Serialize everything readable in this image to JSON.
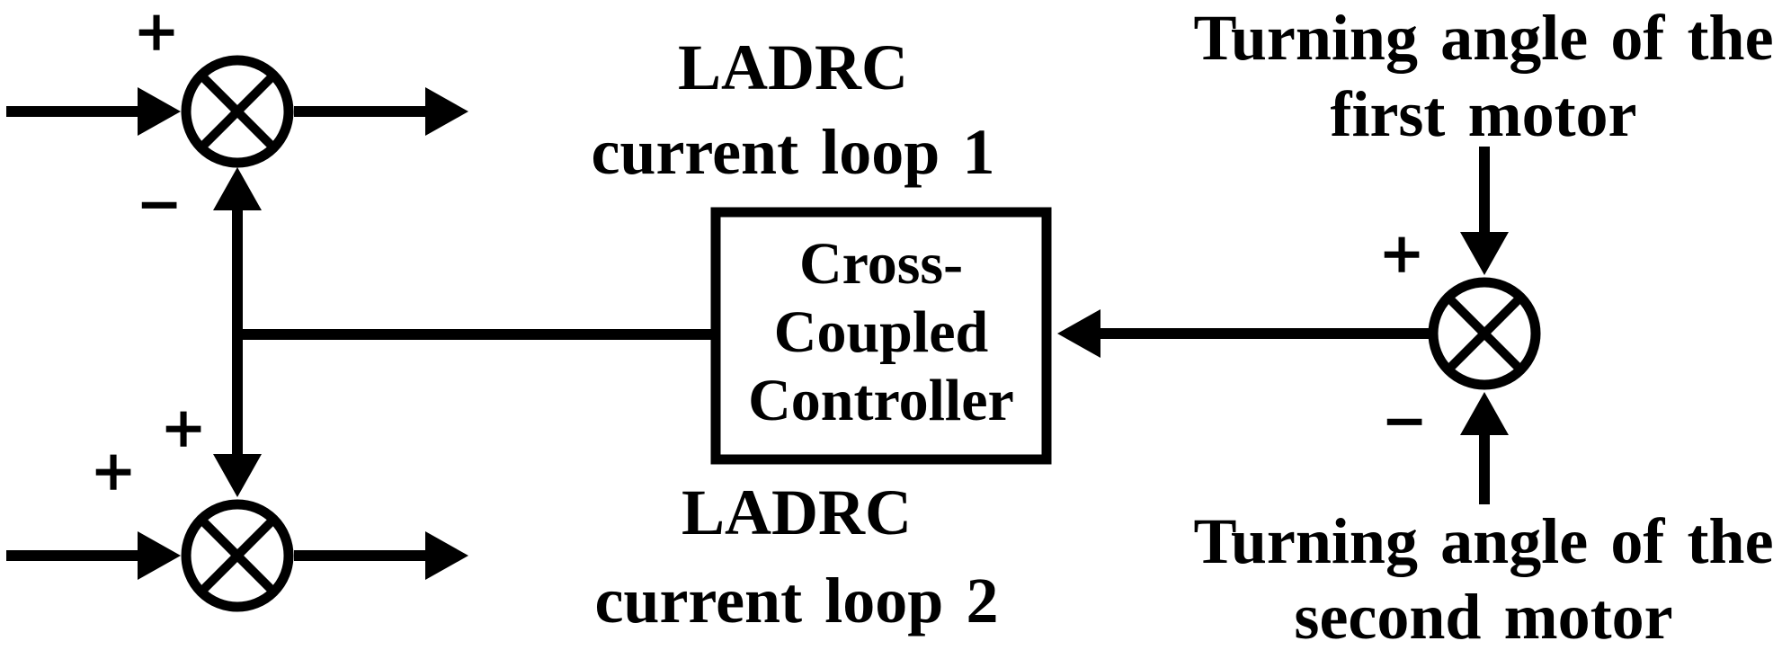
{
  "labels": {
    "loop1": {
      "line1": "LADRC",
      "line2": "current loop 1"
    },
    "loop2": {
      "line1": "LADRC",
      "line2": "current loop 2"
    },
    "controller": {
      "line1": "Cross-",
      "line2": "Coupled",
      "line3": "Controller"
    },
    "input1": {
      "line1": "Turning angle of the",
      "line2": "first motor"
    },
    "input2": {
      "line1": "Turning angle of the",
      "line2": "second motor"
    }
  },
  "junction_signs": {
    "j1_input_left": "+",
    "j1_input_bottom": "−",
    "j2_input_top": "+",
    "j2_input_left": "+",
    "j3_input_top": "+",
    "j3_input_bottom": "−"
  },
  "colors": {
    "ink": "#000000",
    "background": "#ffffff"
  }
}
